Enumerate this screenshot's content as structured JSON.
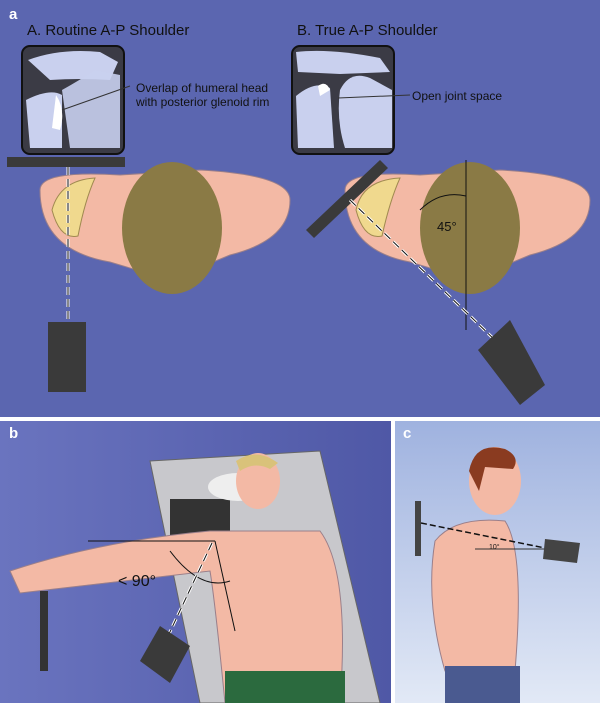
{
  "panel_a": {
    "label": "a",
    "left_title": "A. Routine A-P Shoulder",
    "right_title": "B. True A-P Shoulder",
    "left_callout_line1": "Overlap of humeral head",
    "left_callout_line2": "with posterior glenoid rim",
    "right_callout": "Open joint space",
    "angle": "45°"
  },
  "panel_b": {
    "label": "b",
    "angle": "< 90°"
  },
  "panel_c": {
    "label": "c",
    "angle": "10°"
  },
  "colors": {
    "panel_a_bg": "#5b66b0",
    "skin": "#f3b9a5",
    "hair": "#8a7a45"
  }
}
